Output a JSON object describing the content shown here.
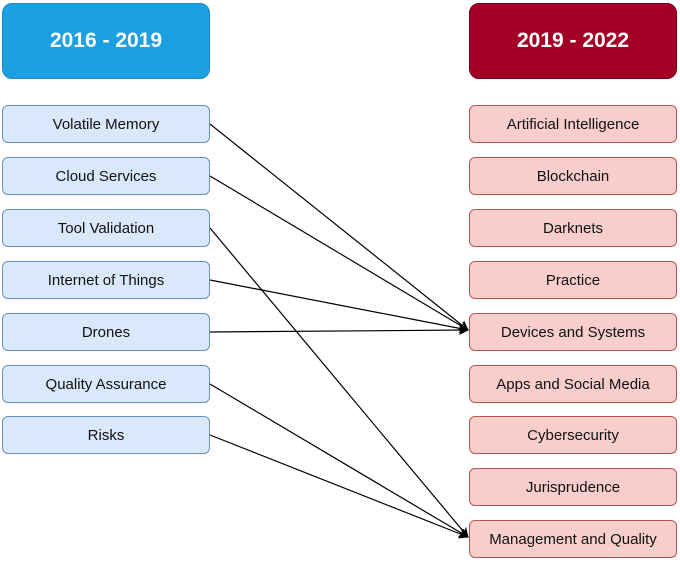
{
  "left_column": {
    "header": "2016 - 2019",
    "items": [
      "Volatile Memory",
      "Cloud Services",
      "Tool Validation",
      "Internet of Things",
      "Drones",
      "Quality Assurance",
      "Risks"
    ]
  },
  "right_column": {
    "header": "2019 - 2022",
    "items": [
      "Artificial Intelligence",
      "Blockchain",
      "Darknets",
      "Practice",
      "Devices and Systems",
      "Apps and Social Media",
      "Cybersecurity",
      "Jurisprudence",
      "Management and Quality"
    ]
  },
  "colors": {
    "left_header": "#1ba1e2",
    "right_header": "#a20025",
    "left_box_fill": "#dae8fc",
    "right_box_fill": "#f8cecc"
  },
  "connections": [
    {
      "from": "Volatile Memory",
      "to": "Devices and Systems"
    },
    {
      "from": "Cloud Services",
      "to": "Devices and Systems"
    },
    {
      "from": "Internet of Things",
      "to": "Devices and Systems"
    },
    {
      "from": "Drones",
      "to": "Devices and Systems"
    },
    {
      "from": "Tool Validation",
      "to": "Management and Quality"
    },
    {
      "from": "Quality Assurance",
      "to": "Management and Quality"
    },
    {
      "from": "Risks",
      "to": "Management and Quality"
    }
  ]
}
